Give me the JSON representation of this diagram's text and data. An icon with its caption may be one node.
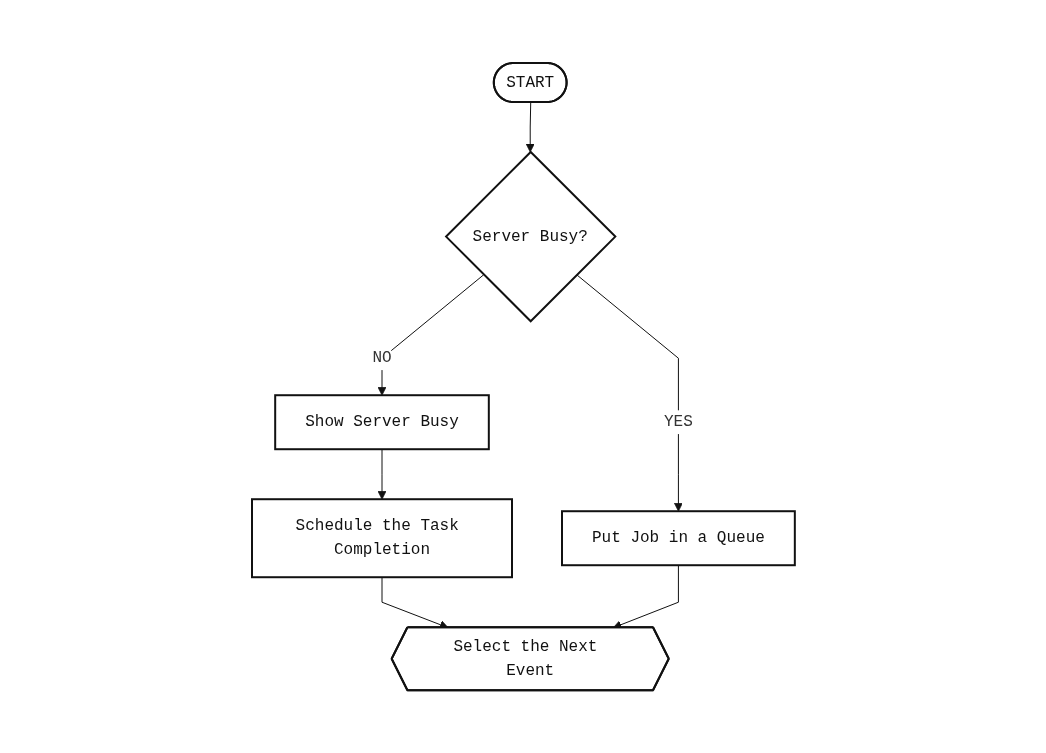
{
  "diagram": {
    "nodes": [
      {
        "text": [
          "START"
        ]
      },
      {
        "text": [
          "Server Busy?"
        ]
      },
      {
        "text": [
          "Show Server Busy"
        ]
      },
      {
        "text": [
          "Schedule the Task Completion"
        ]
      },
      {
        "text": [
          "Put Job in a Queue"
        ]
      },
      {
        "text": [
          "Select the Next Event"
        ]
      }
    ],
    "edges": [
      {
        "from": 0,
        "to": 1,
        "arrow": "to"
      },
      {
        "from": 1,
        "to": 2,
        "label": "NO",
        "arrow": "to"
      },
      {
        "from": 2,
        "to": 3,
        "arrow": "to"
      },
      {
        "from": 1,
        "to": 4,
        "label": "YES",
        "arrow": "to"
      },
      {
        "from": 3,
        "to": 5,
        "arrow": "to"
      },
      {
        "from": 4,
        "to": 5,
        "arrow": "to"
      }
    ]
  }
}
